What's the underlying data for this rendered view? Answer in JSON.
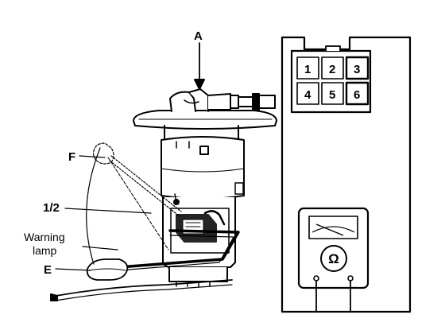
{
  "labels": {
    "a": "A",
    "f": "F",
    "half": "1/2",
    "warning_line1": "Warning",
    "warning_line2": "lamp",
    "e": "E"
  },
  "connector": {
    "pins": [
      "1",
      "2",
      "3",
      "4",
      "5",
      "6"
    ]
  },
  "meter": {
    "symbol": "Ω"
  },
  "colors": {
    "ink": "#000000",
    "paper": "#ffffff"
  }
}
